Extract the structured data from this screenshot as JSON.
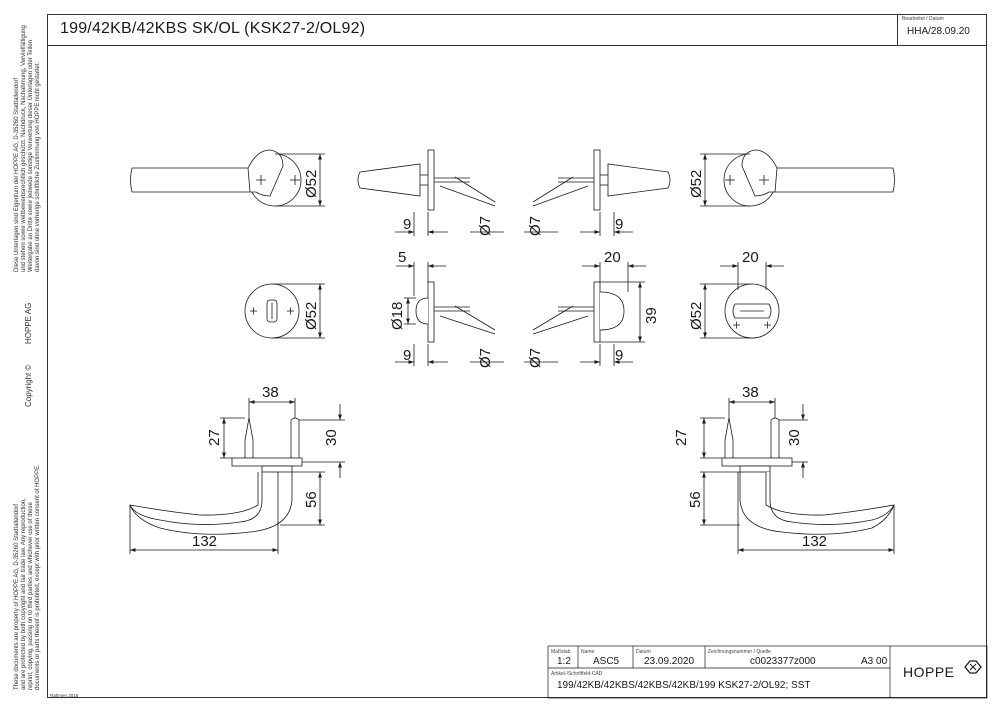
{
  "title": "199/42KB/42KBS SK/OL (KSK27-2/OL92)",
  "edited": {
    "label": "Bearbeitet / Datum",
    "value": "HHA/28.09.20"
  },
  "side_notes": {
    "german_1": "Diese Unterlagen sind Eigentum der HOPPE AG, D-35260 Stadtallendorf",
    "german_2": "und stehen sowie wettbewerbsrechtlich geschützt. Nachdruck, Nachahmung, Vervielfältigung",
    "german_3": "Weitergabe an Dritte sowie jedwede sonstige Verwertung dieser Unterlagen oder Teilen",
    "german_4": "davon sind ohne vorherige schriftliche Zustimmung von HOPPE nicht gestattet.",
    "company": "HOPPE AG",
    "copyright": "Copyright ©",
    "english_1": "These documents are property of HOPPE AG, D-35260 Stadtallendorf",
    "english_2": "and are protected by both copyright and fair trade law. Any reproduction,",
    "english_3": "reprint, copying, passing on to third parties and whichever use of these",
    "english_4": "documents or parts thereof is prohibited, except with prior written consent of HOPPE."
  },
  "footnote": "Rahmen 2018",
  "title_block": {
    "scale_label": "Maßstab",
    "scale": "1:2",
    "name_label": "Name",
    "name": "ASC5",
    "date_label": "Datum",
    "date": "23.09.2020",
    "drawing_label": "Zeichnungsnummer / Quelle",
    "drawing_no": "c0023377z000",
    "format": "A3 00",
    "article_label": "Artikel-/Schriftfeld-CAD",
    "article": "199/42KB/42KBS/42KBS/42KB/199  KSK27-2/OL92; SST",
    "logo": "HOPPE"
  },
  "dimensions": {
    "d52": "Ø52",
    "d7": "Ø7",
    "d18": "Ø18",
    "v9": "9",
    "v5": "5",
    "v20": "20",
    "v39": "39",
    "v38": "38",
    "v27": "27",
    "v30": "30",
    "v56": "56",
    "v132": "132"
  }
}
